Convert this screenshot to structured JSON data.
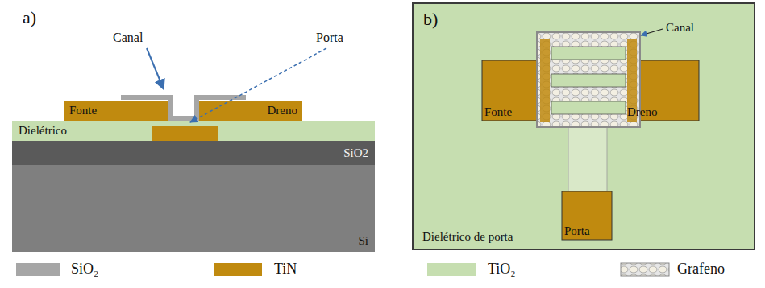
{
  "diagram": {
    "nodes": [
      {
        "text": [
          "Dielétrico"
        ]
      },
      {
        "text": [
          "SiO2"
        ]
      },
      {
        "text": [
          "Si"
        ]
      },
      {
        "text": [
          "Fonte"
        ]
      },
      {
        "text": [
          "Dreno"
        ]
      },
      {
        "text": [
          "Dielétrico de porta"
        ]
      },
      {
        "text": [
          "Fonte"
        ],
        "in": 5
      },
      {
        "text": [
          "Dreno"
        ],
        "in": 5
      },
      {
        "text": [
          "Porta"
        ],
        "in": 5
      }
    ],
    "labels": [
      "a)",
      "Canal",
      "Porta",
      "b)",
      "Canal"
    ],
    "legend": [
      {
        "text": "SiO₂",
        "color": "#a6a6a6"
      },
      {
        "text": "TiN",
        "color": "#c08a0f"
      },
      {
        "text": "TiO₂",
        "color": "#c6deb0"
      },
      {
        "text": "Grafeno"
      }
    ]
  }
}
